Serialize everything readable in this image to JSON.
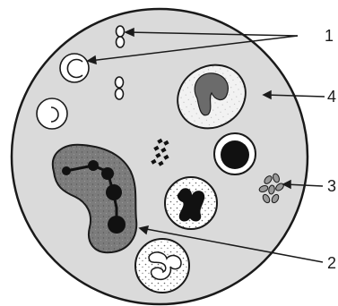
{
  "diagram": {
    "labels": [
      {
        "id": "label-1",
        "text": "1"
      },
      {
        "id": "label-2",
        "text": "2"
      },
      {
        "id": "label-3",
        "text": "3"
      },
      {
        "id": "label-4",
        "text": "4"
      }
    ],
    "colors": {
      "field_fill": "#dadada",
      "outline": "#1a1a1a",
      "cell_fill": "#ffffff",
      "dark_nucleus": "#111111",
      "large_cell_fill": "#7a7a7a",
      "kidney_nucleus": "#6b6b6b"
    }
  }
}
